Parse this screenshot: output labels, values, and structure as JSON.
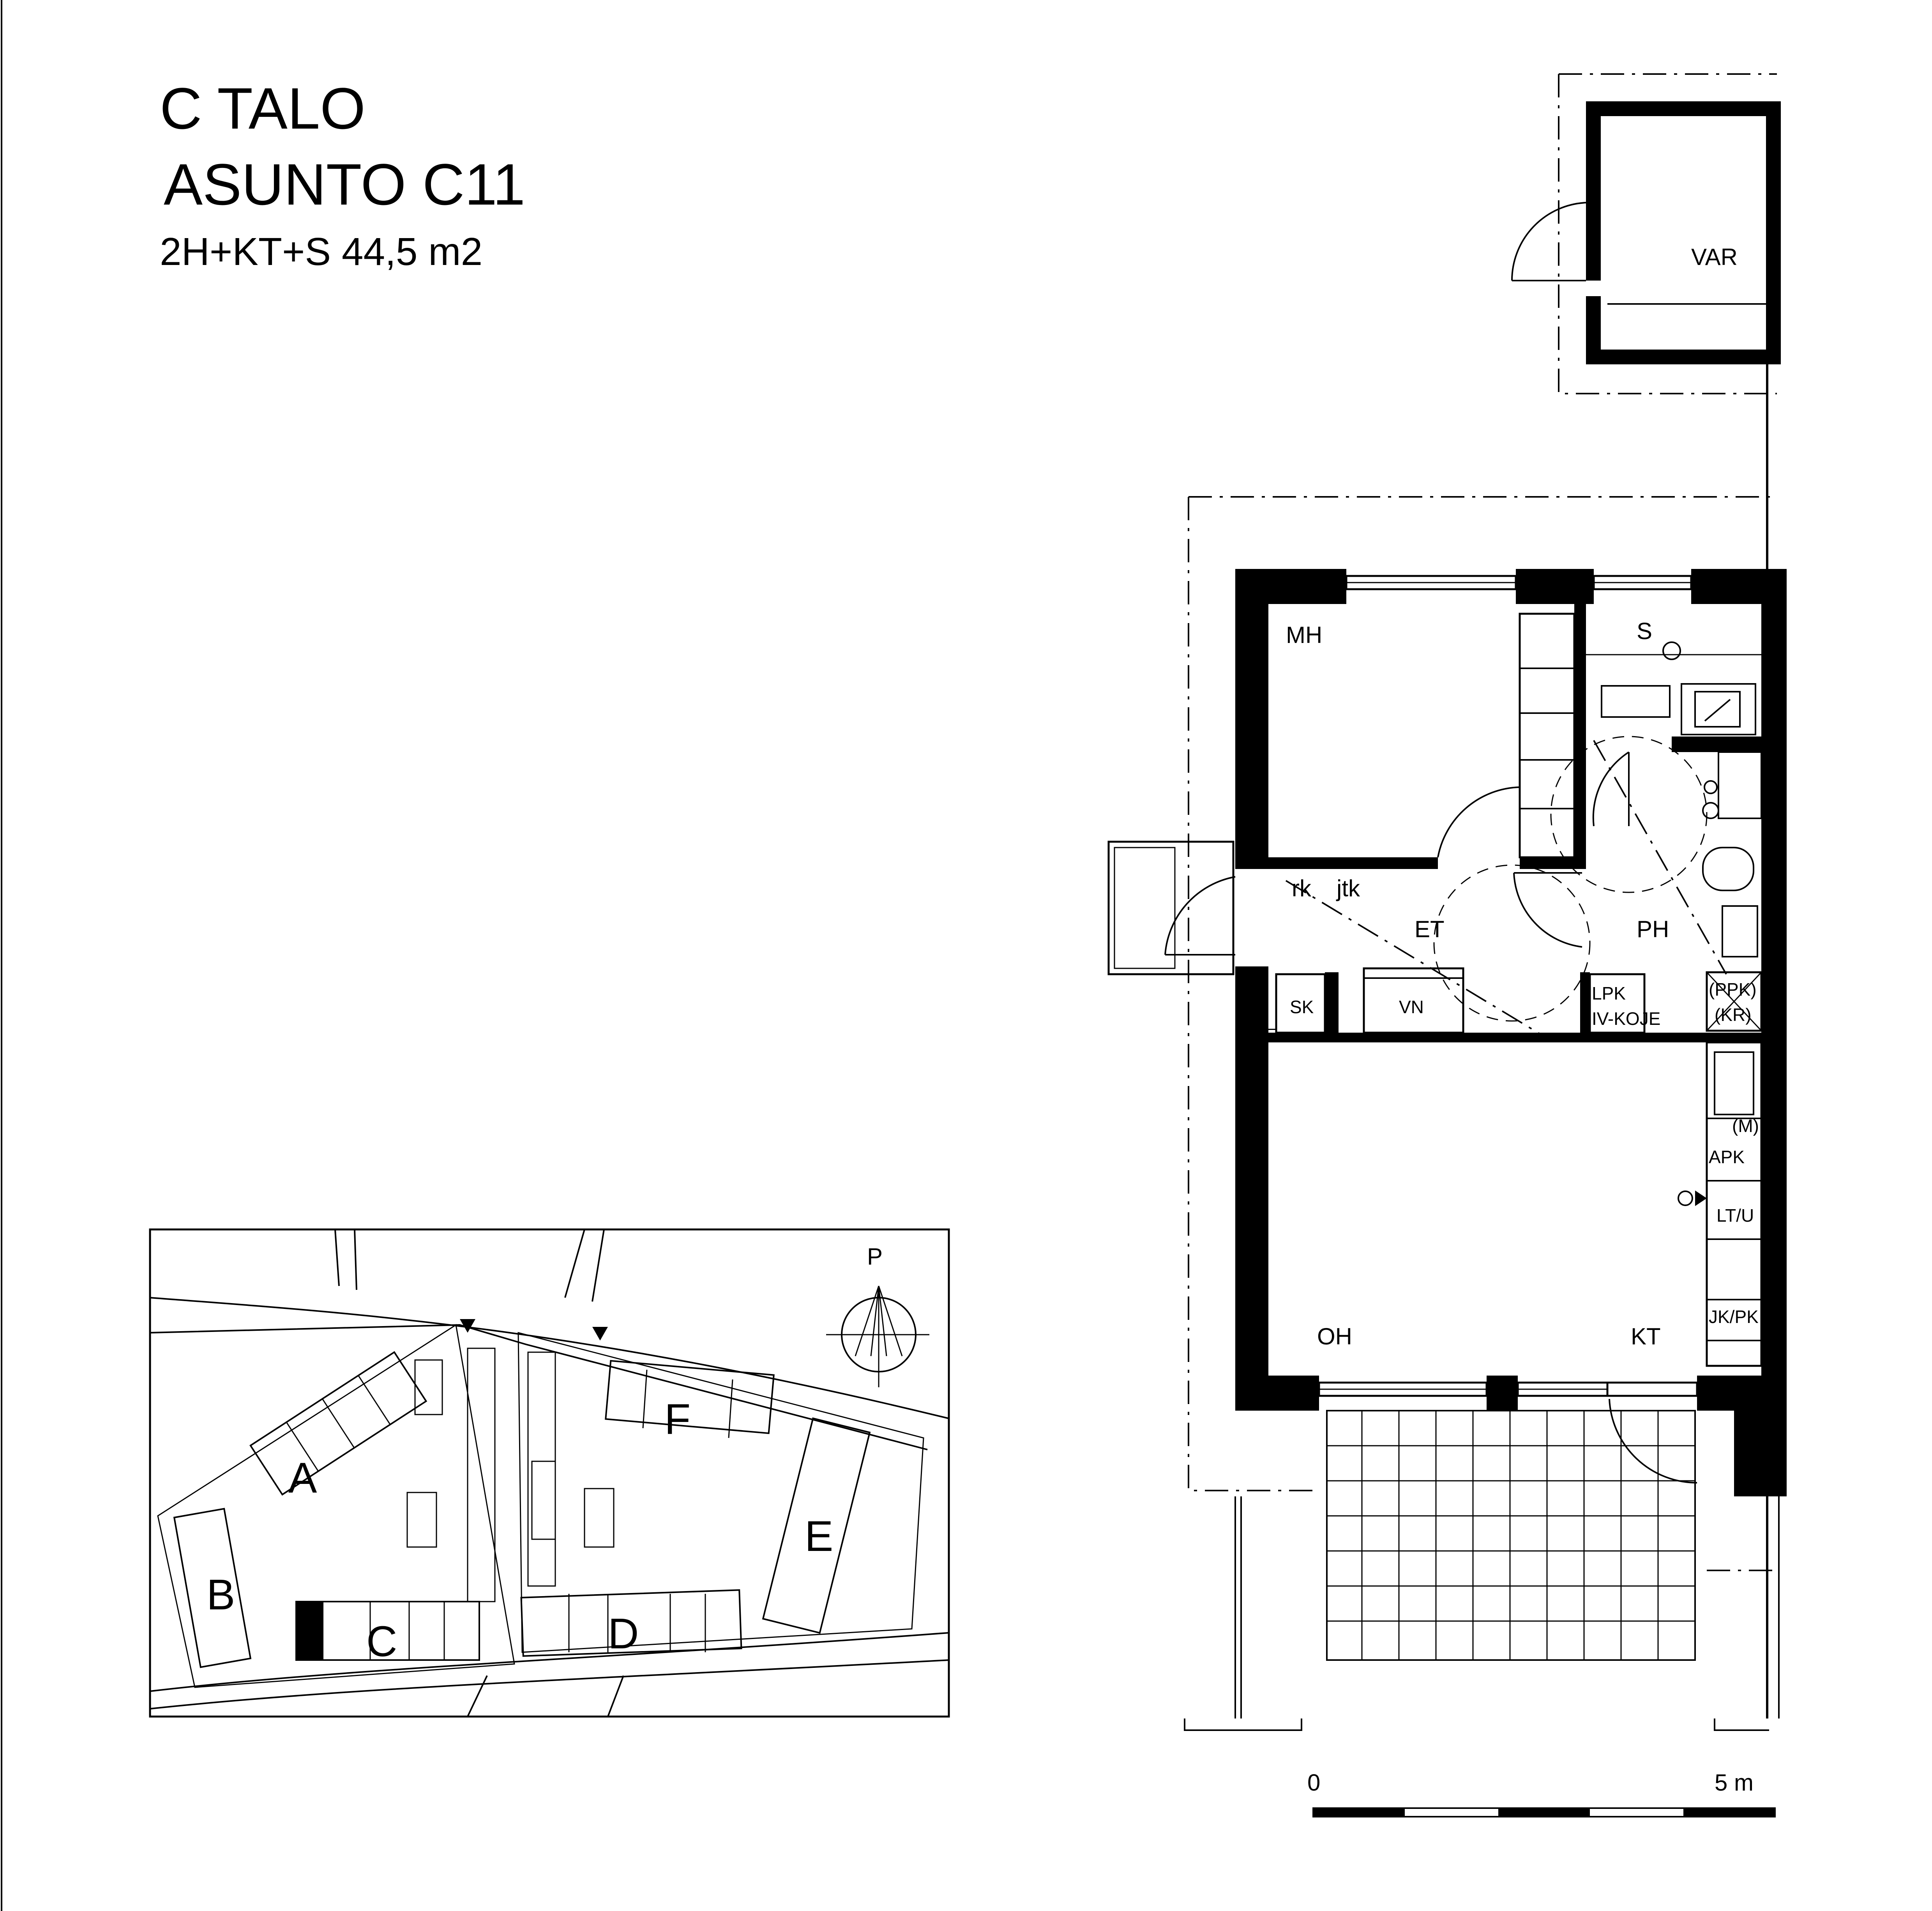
{
  "header": {
    "building": "C TALO",
    "apartment": "ASUNTO C11",
    "type_area": "2H+KT+S 44,5 m2"
  },
  "rooms": {
    "storage": "VAR",
    "bedroom": "MH",
    "sauna": "S",
    "hall": "ET",
    "bathroom": "PH",
    "living": "OH",
    "kitchen": "KT"
  },
  "fixtures": {
    "rk": "rk",
    "jtk": "jtk",
    "sk": "SK",
    "vn": "VN",
    "lpk": "LPK",
    "iv": "IV-KOJE",
    "ppk": "(PPK)",
    "kr": "(KR)",
    "m": "(M)",
    "apk": "APK",
    "ltu": "LT/U",
    "jkpk": "JK/PK"
  },
  "site_plan": {
    "north": "P",
    "buildings": [
      "A",
      "B",
      "C",
      "D",
      "E",
      "F"
    ],
    "highlight_building": "C"
  },
  "scale": {
    "start": "0",
    "end": "5 m"
  },
  "colors": {
    "ink": "#000000",
    "paper": "#ffffff"
  }
}
